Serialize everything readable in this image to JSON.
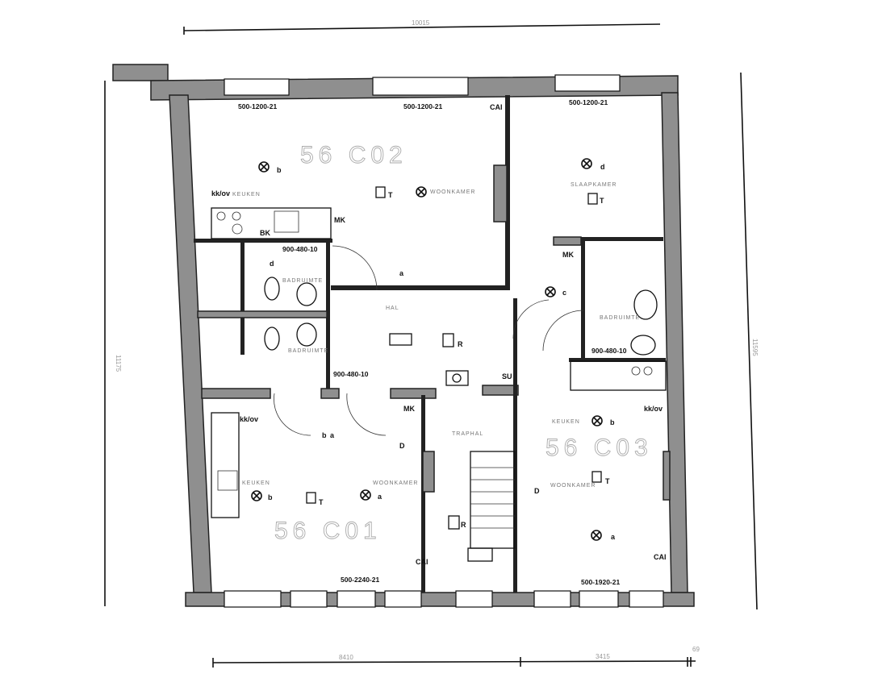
{
  "dimensions": {
    "top": "10015",
    "left": "11175",
    "right": "11595",
    "bottom_left": "8410",
    "bottom_right": "3415",
    "bottom_end": "69"
  },
  "units": [
    {
      "label": "56  C02"
    },
    {
      "label": "56  C03"
    },
    {
      "label": "56  C01"
    }
  ],
  "rooms": {
    "keuken_c02": "KEUKEN",
    "woonkamer_c02": "WOONKAMER",
    "badruimte_c02": "BADRUIMTE",
    "badruimte_c01": "BADRUIMTE",
    "hal": "HAL",
    "traphal": "TRAPHAL",
    "slaapkamer_c03": "SLAAPKAMER",
    "badruimte_c03": "BADRUIMTE",
    "keuken_c03": "KEUKEN",
    "woonkamer_c03": "WOONKAMER",
    "keuken_c01": "KEUKEN",
    "woonkamer_c01": "WOONKAMER"
  },
  "windows": [
    "500-1200-21",
    "500-1200-21",
    "500-1200-21",
    "500-2240-21",
    "500-1920-21"
  ],
  "doors": [
    "900-480-10",
    "900-480-10",
    "900-480-10"
  ],
  "symbols": {
    "kkov": "kk/ov",
    "cai": "CAI",
    "mk": "MK",
    "thermostat": "T",
    "radiator": "R",
    "d_label": "D",
    "bk": "BK",
    "su": "SU",
    "a": "a",
    "b": "b",
    "c": "c",
    "d": "d"
  }
}
